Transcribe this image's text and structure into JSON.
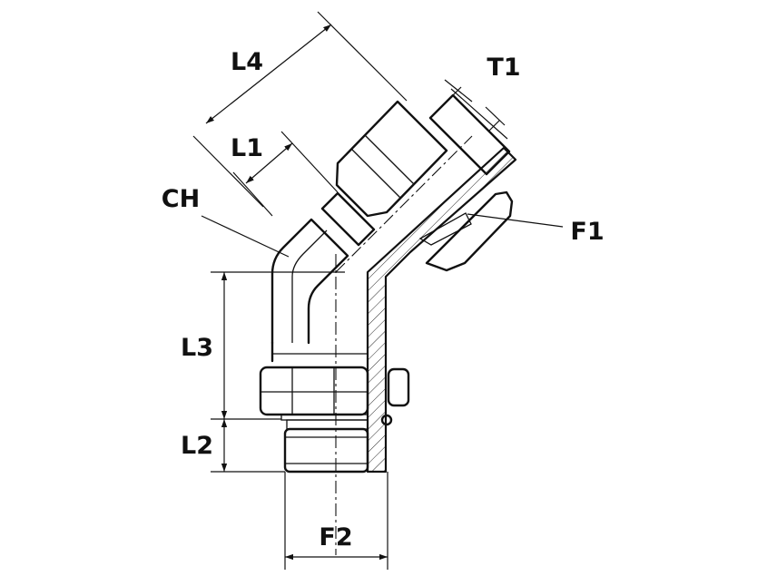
{
  "labels": {
    "L4": "L4",
    "T1": "T1",
    "L1": "L1",
    "CH": "CH",
    "F1": "F1",
    "L3": "L3",
    "L2": "L2",
    "F2": "F2"
  },
  "colors": {
    "line": "#111111",
    "background": "#ffffff"
  }
}
